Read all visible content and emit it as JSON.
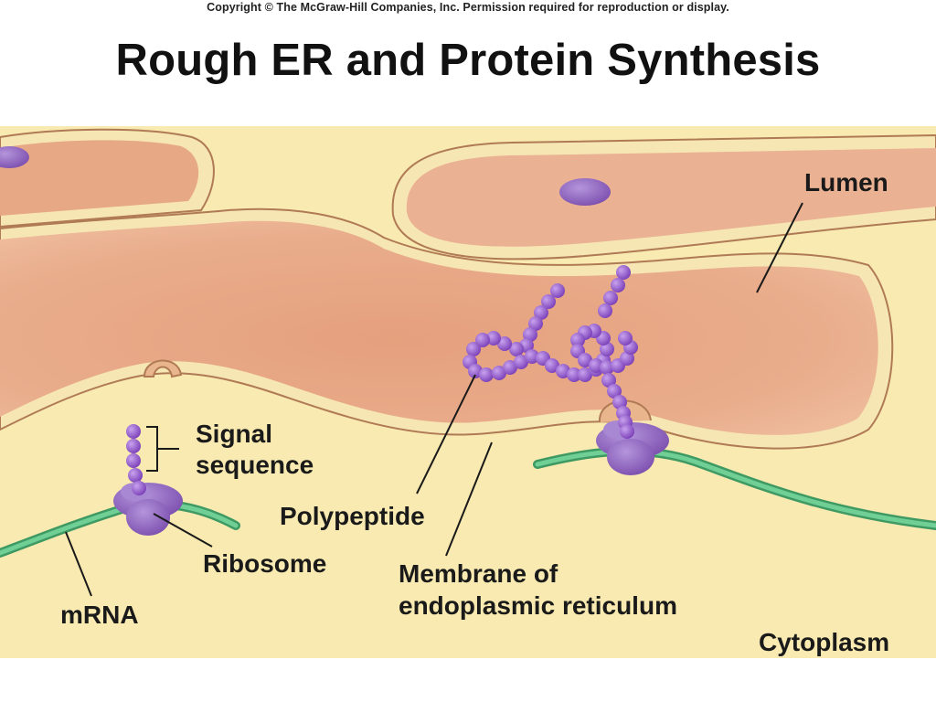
{
  "copyright": "Copyright © The McGraw-Hill Companies, Inc. Permission required for reproduction or display.",
  "title": "Rough ER and Protein Synthesis",
  "labels": {
    "lumen": "Lumen",
    "signal_line1": "Signal",
    "signal_line2": "sequence",
    "polypeptide": "Polypeptide",
    "ribosome": "Ribosome",
    "membrane_line1": "Membrane of",
    "membrane_line2": "endoplasmic reticulum",
    "mrna": "mRNA",
    "cytoplasm": "Cytoplasm"
  },
  "colors": {
    "cytoplasm": "#f8eab0",
    "lumen": "#e7a886",
    "membrane": "#f6e6b4",
    "membrane_outline": "#b07a55",
    "ribosome": "#8f5fc0",
    "polypeptide": "#8a4ec7",
    "mrna": "#4fb377"
  }
}
